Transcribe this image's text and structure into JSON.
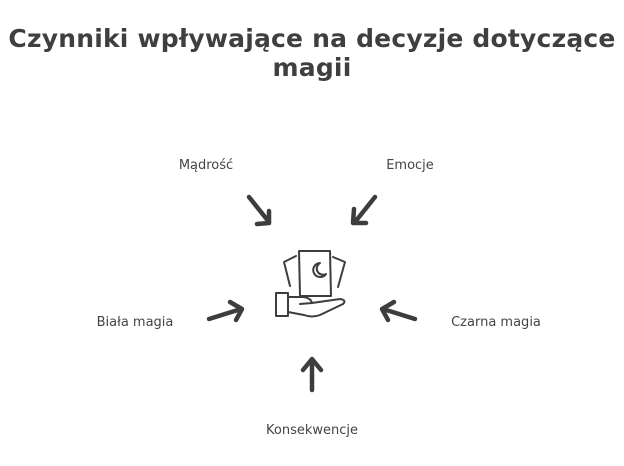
{
  "title": "Czynniki wpływające na decyzje dotyczące magii",
  "center_icon": "hand-holding-tarot-cards-icon",
  "factors": [
    {
      "label": "Mądrość",
      "direction": "top-left"
    },
    {
      "label": "Emocje",
      "direction": "top-right"
    },
    {
      "label": "Biała magia",
      "direction": "left"
    },
    {
      "label": "Czarna magia",
      "direction": "right"
    },
    {
      "label": "Konsekwencje",
      "direction": "bottom"
    }
  ],
  "colors": {
    "ink": "#3d3d3d",
    "background": "#ffffff"
  }
}
